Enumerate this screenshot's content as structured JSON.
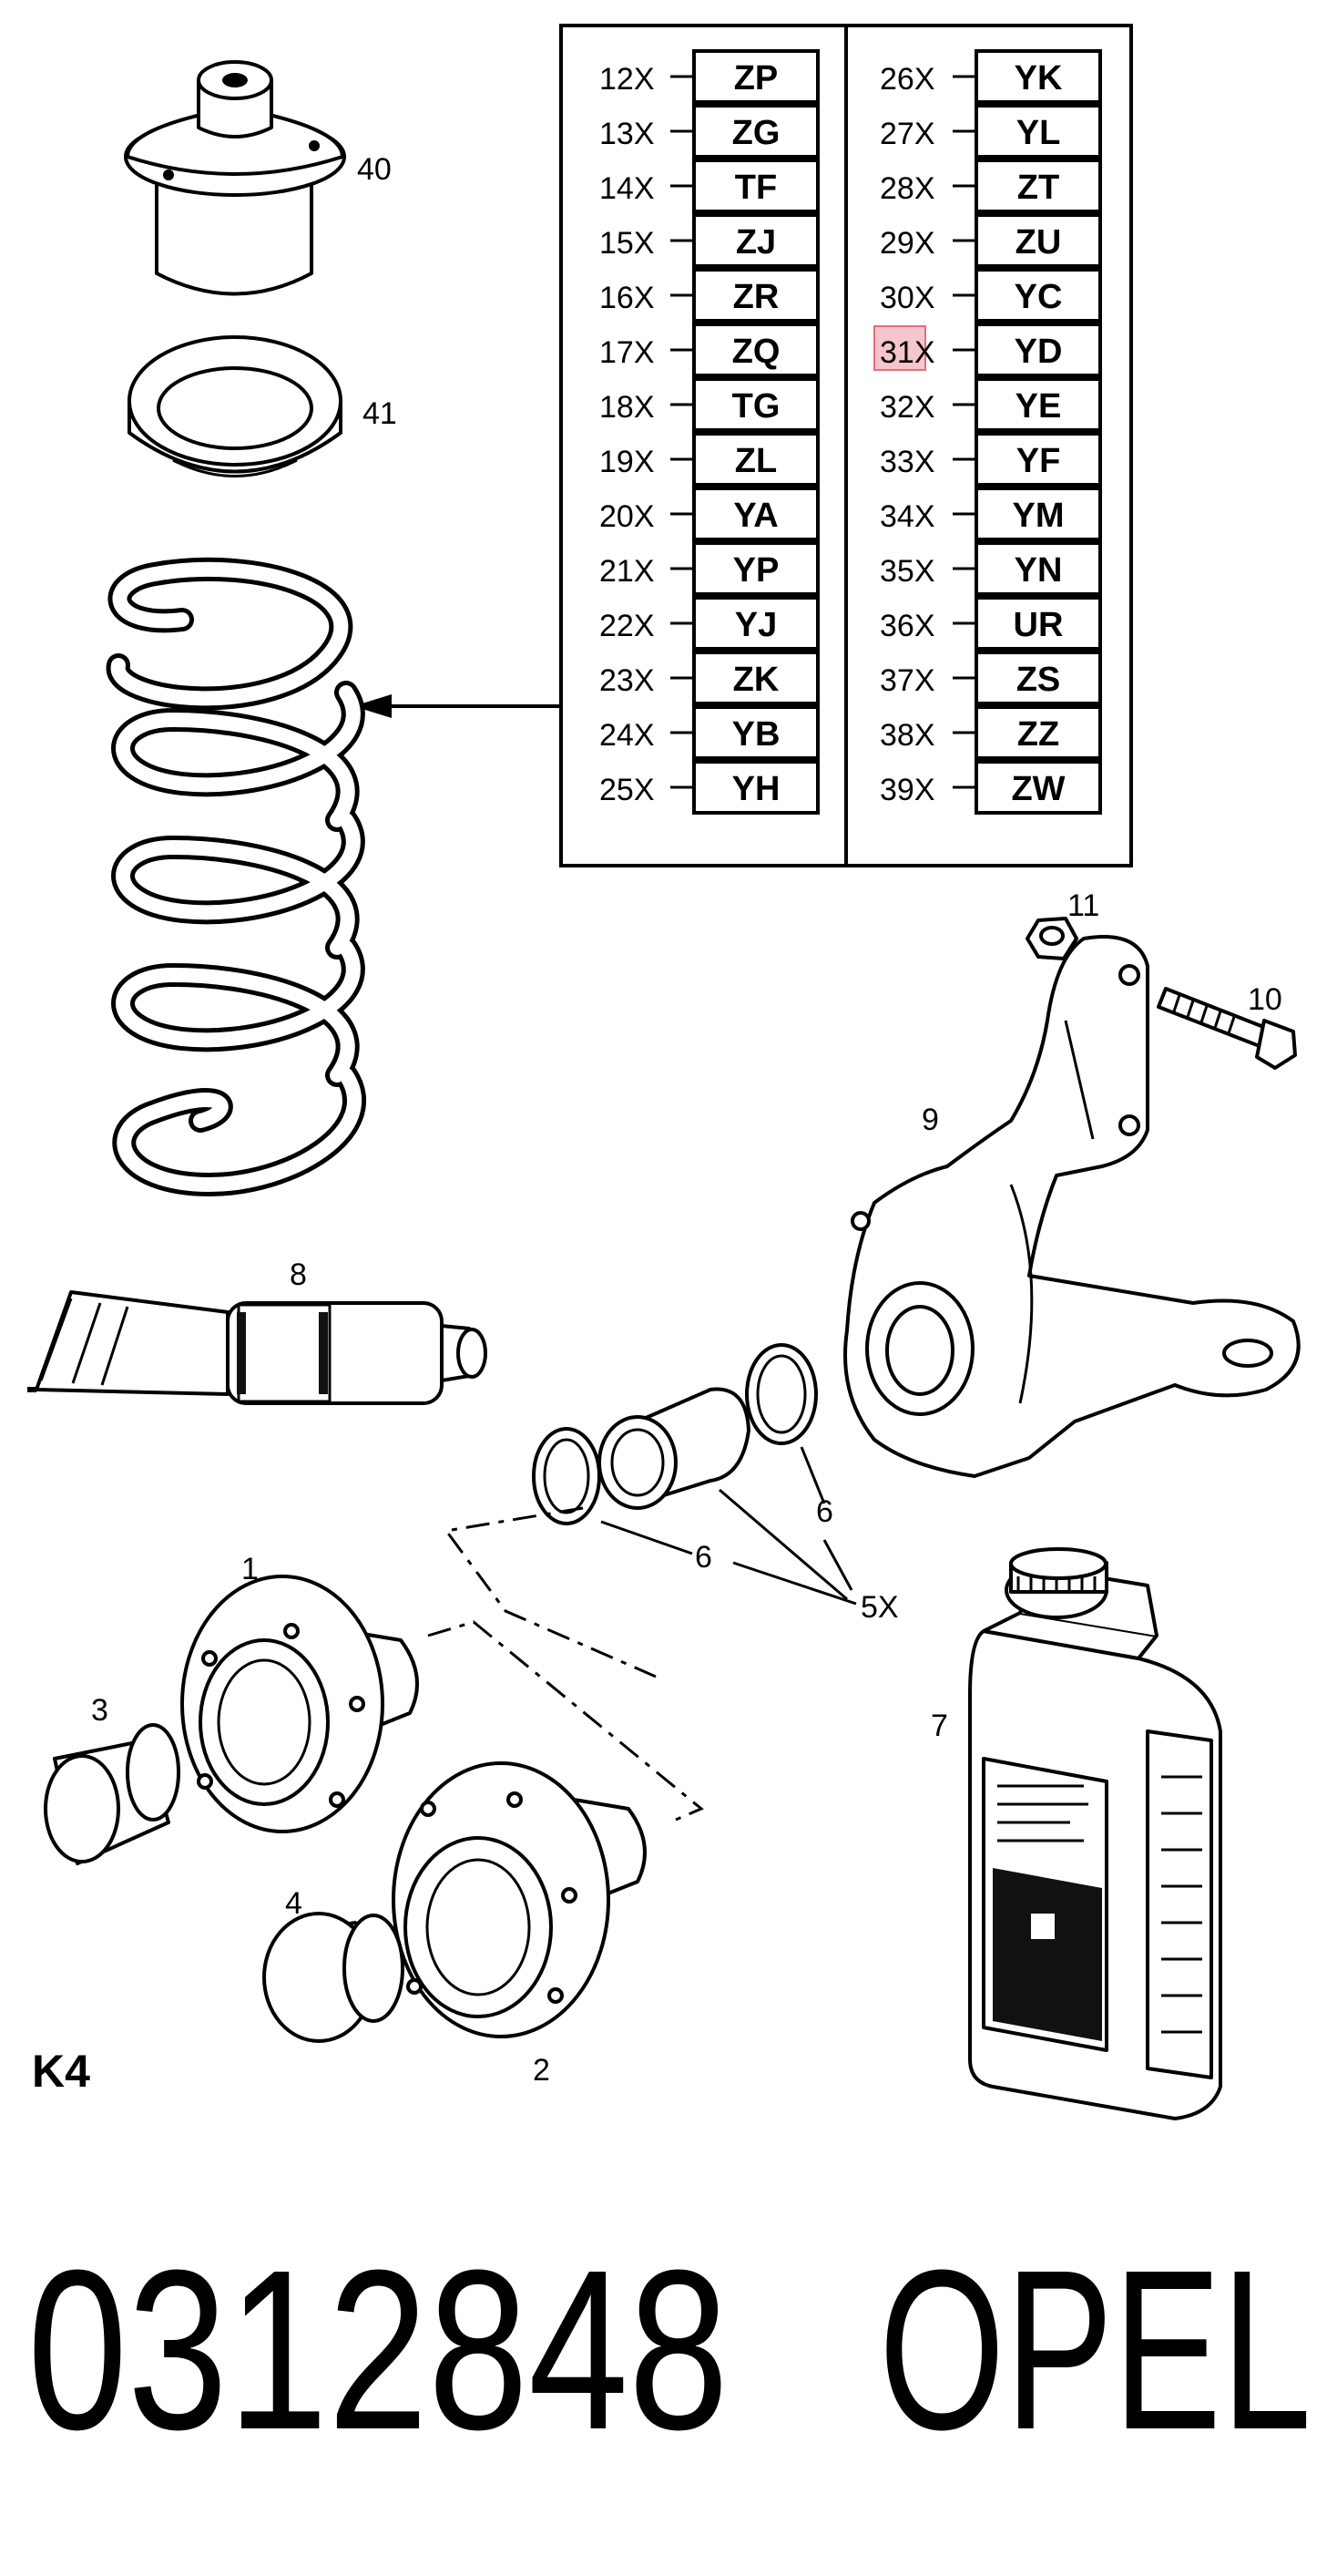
{
  "table": {
    "left": [
      {
        "qty": "12X",
        "code": "ZP"
      },
      {
        "qty": "13X",
        "code": "ZG"
      },
      {
        "qty": "14X",
        "code": "TF"
      },
      {
        "qty": "15X",
        "code": "ZJ"
      },
      {
        "qty": "16X",
        "code": "ZR"
      },
      {
        "qty": "17X",
        "code": "ZQ"
      },
      {
        "qty": "18X",
        "code": "TG"
      },
      {
        "qty": "19X",
        "code": "ZL"
      },
      {
        "qty": "20X",
        "code": "YA"
      },
      {
        "qty": "21X",
        "code": "YP"
      },
      {
        "qty": "22X",
        "code": "YJ"
      },
      {
        "qty": "23X",
        "code": "ZK"
      },
      {
        "qty": "24X",
        "code": "YB"
      },
      {
        "qty": "25X",
        "code": "YH"
      }
    ],
    "right": [
      {
        "qty": "26X",
        "code": "YK"
      },
      {
        "qty": "27X",
        "code": "YL"
      },
      {
        "qty": "28X",
        "code": "ZT"
      },
      {
        "qty": "29X",
        "code": "ZU"
      },
      {
        "qty": "30X",
        "code": "YC"
      },
      {
        "qty": "31X",
        "code": "YD",
        "highlight": true
      },
      {
        "qty": "32X",
        "code": "YE"
      },
      {
        "qty": "33X",
        "code": "YF"
      },
      {
        "qty": "34X",
        "code": "YM"
      },
      {
        "qty": "35X",
        "code": "YN"
      },
      {
        "qty": "36X",
        "code": "UR"
      },
      {
        "qty": "37X",
        "code": "ZS"
      },
      {
        "qty": "38X",
        "code": "ZZ"
      },
      {
        "qty": "39X",
        "code": "ZW"
      }
    ],
    "highlight_color": "#f5c6cc",
    "highlight_border": "#e0707e"
  },
  "callouts": {
    "p40": "40",
    "p41": "41",
    "p11": "11",
    "p10": "10",
    "p9": "9",
    "p8": "8",
    "p6a": "6",
    "p6b": "6",
    "p5x": "5X",
    "p1": "1",
    "p3": "3",
    "p7": "7",
    "p4": "4",
    "p2": "2"
  },
  "section_label": "K4",
  "part_number": "0312848",
  "brand": "OPEL"
}
